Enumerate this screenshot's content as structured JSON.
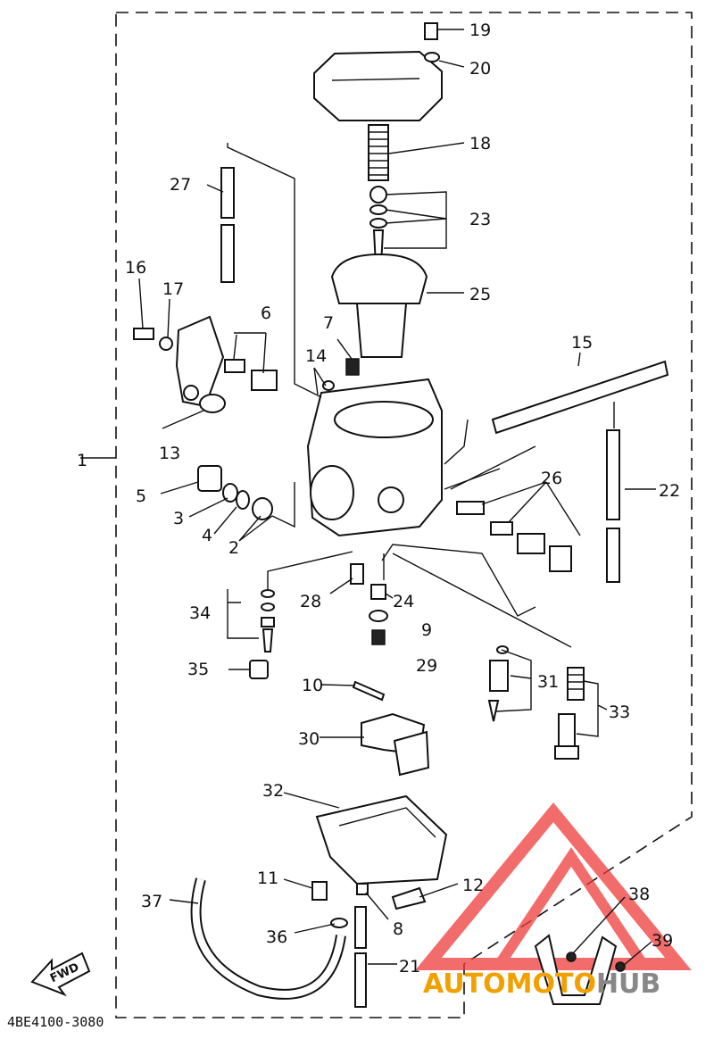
{
  "diagram": {
    "drawing_code": "4BE4100-3080",
    "fwd_label": "FWD",
    "callouts": [
      "1",
      "2",
      "3",
      "4",
      "5",
      "6",
      "7",
      "8",
      "9",
      "10",
      "11",
      "12",
      "13",
      "14",
      "15",
      "16",
      "17",
      "18",
      "19",
      "20",
      "21",
      "22",
      "23",
      "24",
      "25",
      "26",
      "27",
      "28",
      "29",
      "30",
      "31",
      "32",
      "33",
      "34",
      "35",
      "36",
      "37",
      "38",
      "39"
    ]
  },
  "watermark": {
    "part1": "AUTOMOTO",
    "part2": "HUB",
    "color_primary": "#f2a000",
    "color_secondary": "#888888",
    "triangle_color": "#ee3b3b"
  }
}
